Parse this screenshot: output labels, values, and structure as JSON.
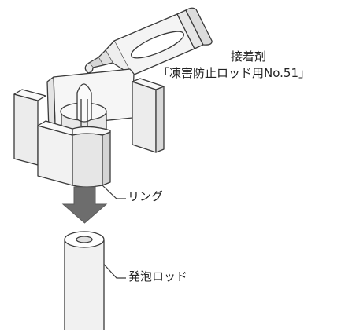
{
  "labels": {
    "adhesive_name": "接着剤",
    "adhesive_product": "「凍害防止ロッド用No.51」",
    "ring": "リング",
    "rod": "発泡ロッド"
  },
  "colors": {
    "line": "#3a3a3a",
    "fill_light": "#f2f2f2",
    "fill_mid": "#d9d9d9",
    "arrow": "#6d6d6d"
  },
  "icons": {
    "arrow": "down-arrow-icon"
  }
}
